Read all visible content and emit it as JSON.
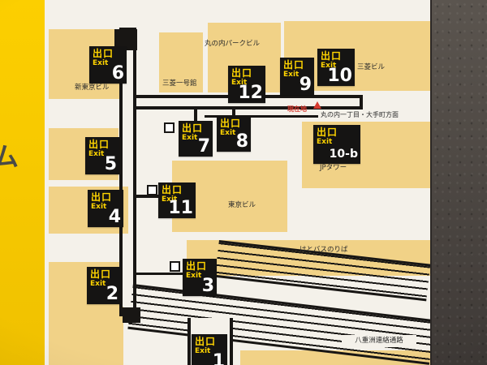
{
  "colors": {
    "strip_yellow": "#fccf00",
    "building_yellow": "#f1d287",
    "map_white": "#f4f1ea",
    "path_black": "#181614",
    "exit_box_bg": "#151413",
    "exit_box_yellow": "#ffd400",
    "exit_number_white": "#ffffff",
    "marker_red": "#d63a2f",
    "wall_dark": "#474140"
  },
  "exit_label": {
    "jp": "出口",
    "en": "Exit"
  },
  "exits": {
    "e1": {
      "number": "1"
    },
    "e2": {
      "number": "2"
    },
    "e3": {
      "number": "3"
    },
    "e4": {
      "number": "4"
    },
    "e5": {
      "number": "5"
    },
    "e6": {
      "number": "6"
    },
    "e7": {
      "number": "7"
    },
    "e8": {
      "number": "8"
    },
    "e9": {
      "number": "9"
    },
    "e10": {
      "number": "10"
    },
    "e10b": {
      "number": "10-b"
    },
    "e11": {
      "number": "11"
    },
    "e12": {
      "number": "12"
    }
  },
  "buildings": {
    "marunouchi_park": "丸の内パークビル",
    "mitsubishi_ichigokan": "三菱一号館",
    "shin_tokyo": "新東京ビル",
    "mitsubishi": "三菱ビル",
    "jp_tower": "JPタワー",
    "tokyo_building": "東京ビル",
    "hato_bus": "はとバスのりば",
    "yaesu_passage": "八重洲連絡通路"
  },
  "annotations": {
    "current_location": "現在地",
    "direction": "丸の内一丁目・大手町方面",
    "left_partial_text": "ム"
  }
}
